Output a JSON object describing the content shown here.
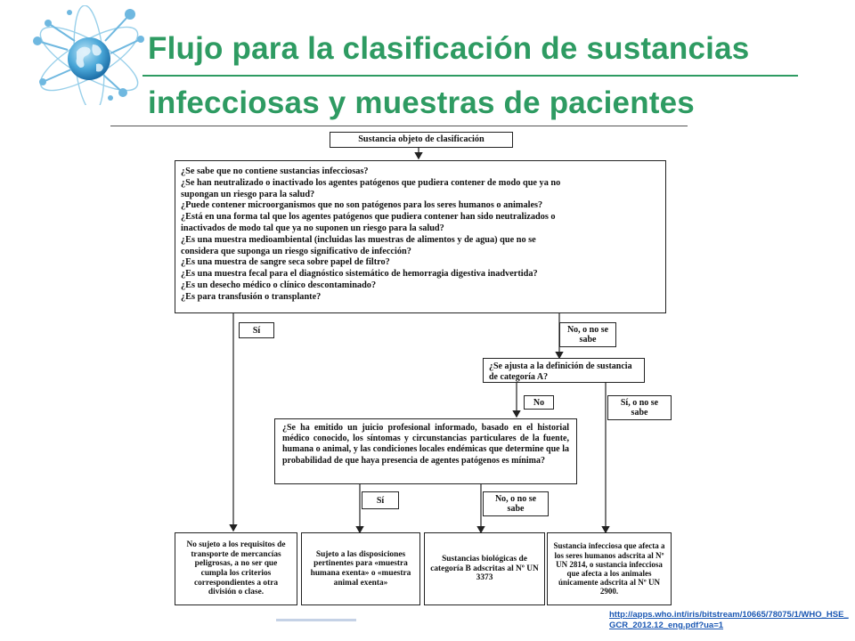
{
  "title": {
    "line1": "Flujo para la clasificación de sustancias",
    "line2": "infecciosas y muestras de pacientes"
  },
  "colors": {
    "title": "#2e9b62",
    "link": "#1a57b3"
  },
  "logo": {
    "icon": "globe-molecule-logo-icon"
  },
  "diagram": {
    "start": "Sustancia objeto de clasificación",
    "questions": [
      "¿Se sabe que no contiene sustancias infecciosas?",
      "¿Se han neutralizado o inactivado los agentes patógenos que pudiera contener de modo que ya no",
      "supongan un riesgo para la salud?",
      "¿Puede contener microorganismos que no son patógenos para los seres humanos o animales?",
      "¿Está en una forma tal que los agentes patógenos que pudiera contener han sido neutralizados o",
      "inactivados de modo tal que ya no suponen un riesgo para la salud?",
      "¿Es una muestra medioambiental (incluidas las muestras de alimentos y de agua) que no se",
      "considera que suponga un riesgo significativo de infección?",
      "¿Es una muestra de sangre seca sobre papel de filtro?",
      "¿Es una muestra fecal para el diagnóstico sistemático de hemorragia digestiva inadvertida?",
      "¿Es un desecho médico o clínico descontaminado?",
      "¿Es para transfusión o transplante?"
    ],
    "label_si_1": "Sí",
    "label_no_1": "No, o no se sabe",
    "category_a_question": "¿Se ajusta a la definición de sustancia de categoría A?",
    "label_no_2": "No",
    "label_si_2": "Sí, o no se sabe",
    "professional_question": "¿Se ha emitido un juicio profesional informado, basado en el historial médico conocido, los síntomas y circunstancias particulares de la fuente, humana o animal, y las condiciones locales endémicas que determine que la probabilidad de que haya presencia de agentes patógenos es mínima?",
    "label_si_3": "Sí",
    "label_no_3": "No, o no se sabe",
    "outcomes": [
      "No sujeto a los requisitos de transporte de mercancías peligrosas, a no ser que cumpla los criterios correspondientes a otra división o clase.",
      "Sujeto a las disposiciones pertinentes para «muestra humana exenta» o «muestra animal exenta»",
      "Sustancias biológicas de categoría B adscritas al Nº UN 3373",
      "Sustancia infecciosa que afecta a los seres humanos adscrita al Nº UN 2814, o sustancia infecciosa que afecta a los animales únicamente adscrita al Nº UN 2900."
    ]
  },
  "source_link": "http://apps.who.int/iris/bitstream/10665/78075/1/WHO_HSE_GCR_2012.12_eng.pdf?ua=1"
}
